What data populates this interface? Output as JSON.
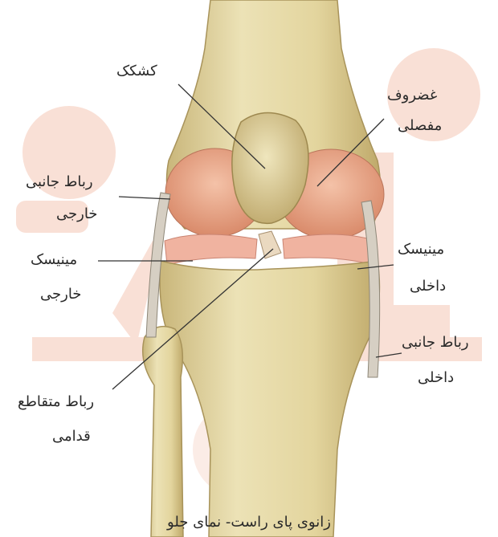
{
  "labels": {
    "patella": "کشکک",
    "cartilage_1": "غضروف",
    "cartilage_2": "مفصلی",
    "lcl_1": "رباط جانبی",
    "lcl_2": "خارجی",
    "lat_meniscus_1": "مینیسک",
    "lat_meniscus_2": "خارجی",
    "med_meniscus_1": "مینیسک",
    "med_meniscus_2": "داخلی",
    "mcl_1": "رباط جانبی",
    "mcl_2": "داخلی",
    "acl_1": "رباط متقاطع",
    "acl_2": "قدامی"
  },
  "caption": "زانوی پای راست- نمای جلو",
  "colors": {
    "bone": "#e6d9a6",
    "bone_shade": "#c9b67a",
    "cartilage": "#e9a98c",
    "meniscus": "#f0b3a0",
    "watermark": "#f5c6b4",
    "line": "#333333"
  }
}
